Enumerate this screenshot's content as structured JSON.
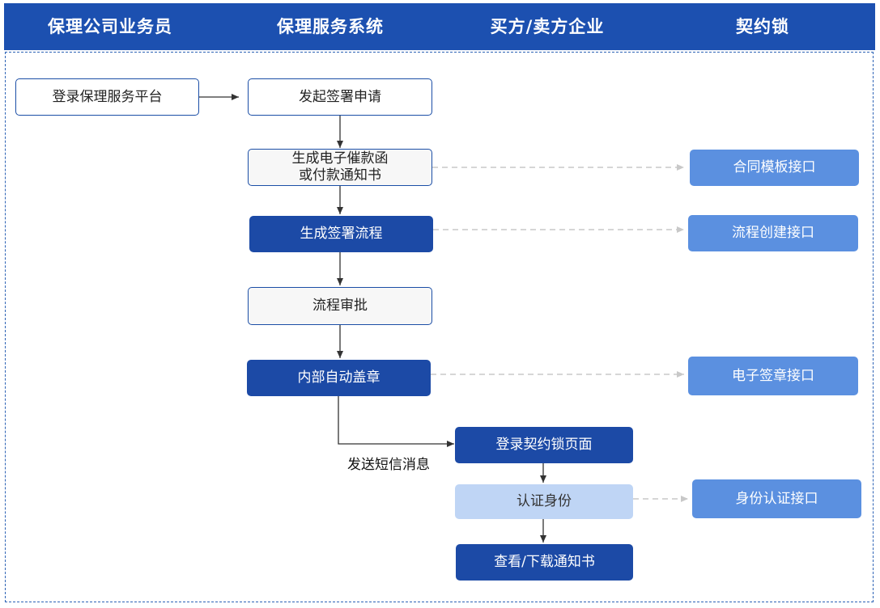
{
  "lanes": [
    "保理公司业务员",
    "保理服务系统",
    "买方/卖方企业",
    "契约锁"
  ],
  "nodes": {
    "login_platform": "登录保理服务平台",
    "start_sign": "发起签署申请",
    "gen_letter_line1": "生成电子催款函",
    "gen_letter_line2": "或付款通知书",
    "gen_flow": "生成签署流程",
    "approval": "流程审批",
    "auto_seal": "内部自动盖章",
    "login_qys": "登录契约锁页面",
    "verify_identity": "认证身份",
    "view_download": "查看/下载通知书",
    "api_template": "合同模板接口",
    "api_flow_create": "流程创建接口",
    "api_esign": "电子签章接口",
    "api_identity": "身份认证接口"
  },
  "edge_labels": {
    "send_sms": "发送短信消息"
  },
  "colors": {
    "header": "#1c50b0",
    "dark_box": "#1c4aa6",
    "api_box": "#5b90e0",
    "light_box": "#bfd5f5",
    "outline": "#1b4ea6",
    "dashed_edge": "#c8c8c8",
    "solid_edge": "#333333"
  }
}
